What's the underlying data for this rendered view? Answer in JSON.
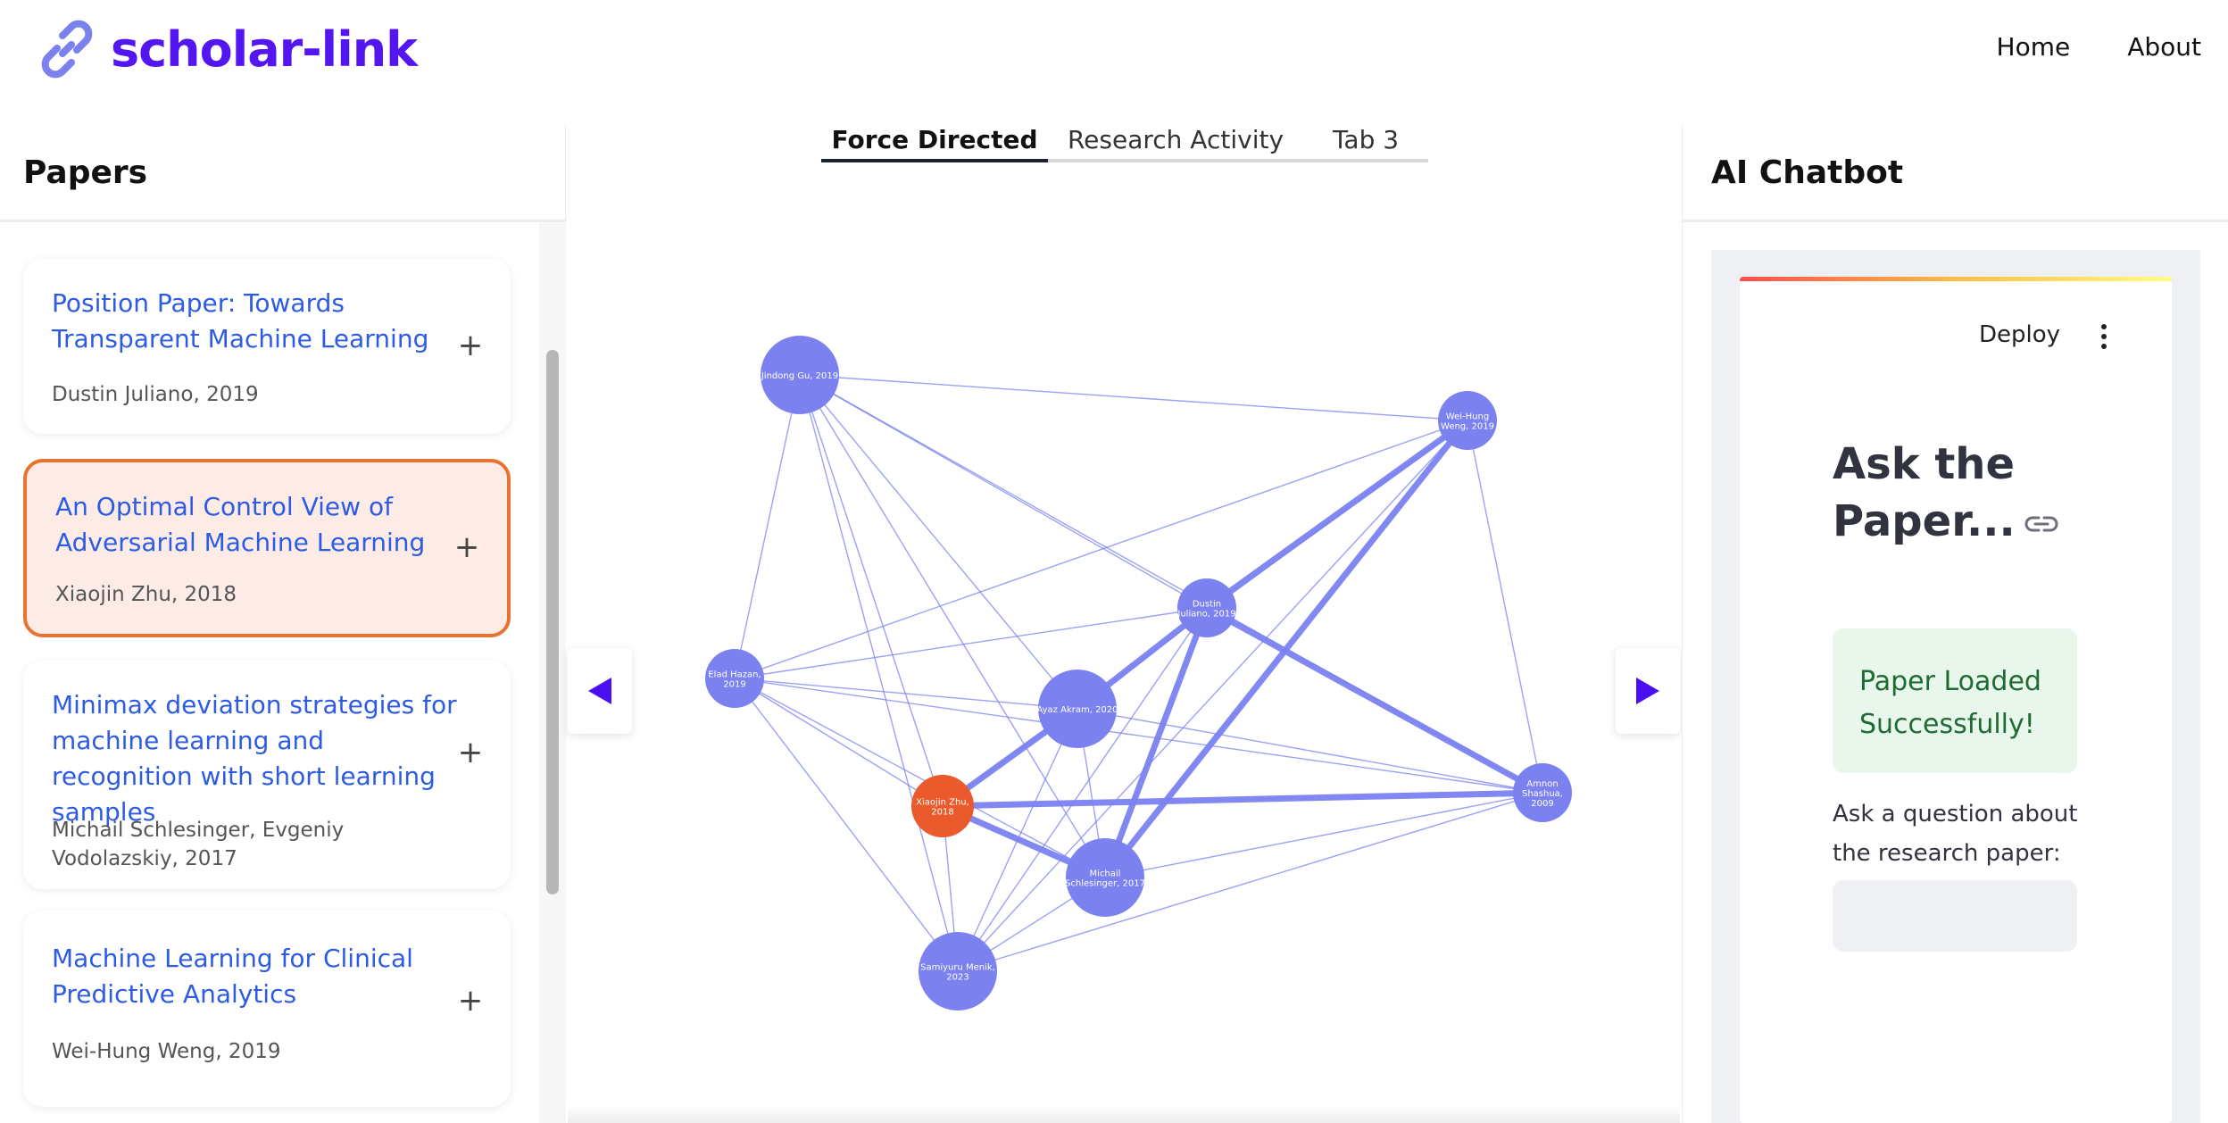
{
  "app": {
    "name": "scholar-link",
    "brand_color": "#5316f0",
    "logo_icon": "chain-link-icon"
  },
  "nav": {
    "home": "Home",
    "about": "About"
  },
  "papers_panel": {
    "title": "Papers",
    "papers": [
      {
        "title": "Position Paper: Towards Transparent Machine Learning",
        "meta": "Dustin Juliano, 2019",
        "active": false
      },
      {
        "title": "An Optimal Control View of Adversarial Machine Learning",
        "meta": "Xiaojin Zhu, 2018",
        "active": true
      },
      {
        "title": "Minimax deviation strategies for machine learning and recognition with short learning samples",
        "meta": "Michail Schlesinger, Evgeniy Vodolazskiy, 2017",
        "active": false
      },
      {
        "title": "Machine Learning for Clinical Predictive Analytics",
        "meta": "Wei-Hung Weng, 2019",
        "active": false
      }
    ],
    "add_symbol": "+"
  },
  "graph": {
    "tabs": [
      "Force Directed",
      "Research Activity",
      "Tab 3"
    ],
    "active_tab": "Force Directed",
    "node_color": "#7b82f0",
    "selected_node_color": "#ea5a2c",
    "edge_color": "#7b82f0",
    "nodes": [
      {
        "id": "gu",
        "label": [
          "Jindong Gu, 2019"
        ],
        "selected": false
      },
      {
        "id": "weng",
        "label": [
          "Wei-Hung",
          "Weng, 2019"
        ],
        "selected": false
      },
      {
        "id": "juliano",
        "label": [
          "Dustin",
          "Juliano, 2019"
        ],
        "selected": false
      },
      {
        "id": "hazan",
        "label": [
          "Elad Hazan,",
          "2019"
        ],
        "selected": false
      },
      {
        "id": "akram",
        "label": [
          "Ayaz Akram, 2020"
        ],
        "selected": false
      },
      {
        "id": "zhu",
        "label": [
          "Xiaojin Zhu,",
          "2018"
        ],
        "selected": true
      },
      {
        "id": "shashua",
        "label": [
          "Amnon",
          "Shashua,",
          "2009"
        ],
        "selected": false
      },
      {
        "id": "schlesinger",
        "label": [
          "Michail",
          "Schlesinger, 2017"
        ],
        "selected": false
      },
      {
        "id": "menik",
        "label": [
          "Samiyuru Menik,",
          "2023"
        ],
        "selected": false
      }
    ],
    "edges": [
      {
        "s": "gu",
        "t": "weng",
        "w": "thin"
      },
      {
        "s": "gu",
        "t": "hazan",
        "w": "thin"
      },
      {
        "s": "gu",
        "t": "juliano",
        "w": "thin"
      },
      {
        "s": "gu",
        "t": "akram",
        "w": "thin"
      },
      {
        "s": "gu",
        "t": "zhu",
        "w": "thin"
      },
      {
        "s": "gu",
        "t": "schlesinger",
        "w": "thin"
      },
      {
        "s": "gu",
        "t": "menik",
        "w": "thin"
      },
      {
        "s": "gu",
        "t": "shashua",
        "w": "thin"
      },
      {
        "s": "weng",
        "t": "juliano",
        "w": "thick"
      },
      {
        "s": "weng",
        "t": "schlesinger",
        "w": "thick"
      },
      {
        "s": "weng",
        "t": "hazan",
        "w": "thin"
      },
      {
        "s": "weng",
        "t": "shashua",
        "w": "thin"
      },
      {
        "s": "weng",
        "t": "menik",
        "w": "thin"
      },
      {
        "s": "weng",
        "t": "zhu",
        "w": "thin"
      },
      {
        "s": "juliano",
        "t": "akram",
        "w": "thick"
      },
      {
        "s": "juliano",
        "t": "shashua",
        "w": "thick"
      },
      {
        "s": "juliano",
        "t": "schlesinger",
        "w": "thick"
      },
      {
        "s": "juliano",
        "t": "hazan",
        "w": "thin"
      },
      {
        "s": "juliano",
        "t": "menik",
        "w": "thin"
      },
      {
        "s": "akram",
        "t": "zhu",
        "w": "thick"
      },
      {
        "s": "akram",
        "t": "hazan",
        "w": "thin"
      },
      {
        "s": "akram",
        "t": "shashua",
        "w": "thin"
      },
      {
        "s": "akram",
        "t": "schlesinger",
        "w": "thin"
      },
      {
        "s": "akram",
        "t": "menik",
        "w": "thin"
      },
      {
        "s": "zhu",
        "t": "shashua",
        "w": "thick"
      },
      {
        "s": "zhu",
        "t": "schlesinger",
        "w": "thick"
      },
      {
        "s": "zhu",
        "t": "hazan",
        "w": "thin"
      },
      {
        "s": "zhu",
        "t": "menik",
        "w": "thin"
      },
      {
        "s": "hazan",
        "t": "shashua",
        "w": "thin"
      },
      {
        "s": "hazan",
        "t": "schlesinger",
        "w": "thin"
      },
      {
        "s": "hazan",
        "t": "menik",
        "w": "thin"
      },
      {
        "s": "schlesinger",
        "t": "shashua",
        "w": "thin"
      },
      {
        "s": "schlesinger",
        "t": "menik",
        "w": "thin"
      },
      {
        "s": "menik",
        "t": "shashua",
        "w": "thin"
      }
    ]
  },
  "chat_panel": {
    "title": "AI Chatbot",
    "deploy_label": "Deploy",
    "menu_icon": "kebab-menu-icon",
    "heading": "Ask the Paper...",
    "heading_icon": "link-icon",
    "success_message": "Paper Loaded Successfully!",
    "success_color": "#1f6b34",
    "prompt_label": "Ask a question about the research paper:",
    "input_value": ""
  }
}
